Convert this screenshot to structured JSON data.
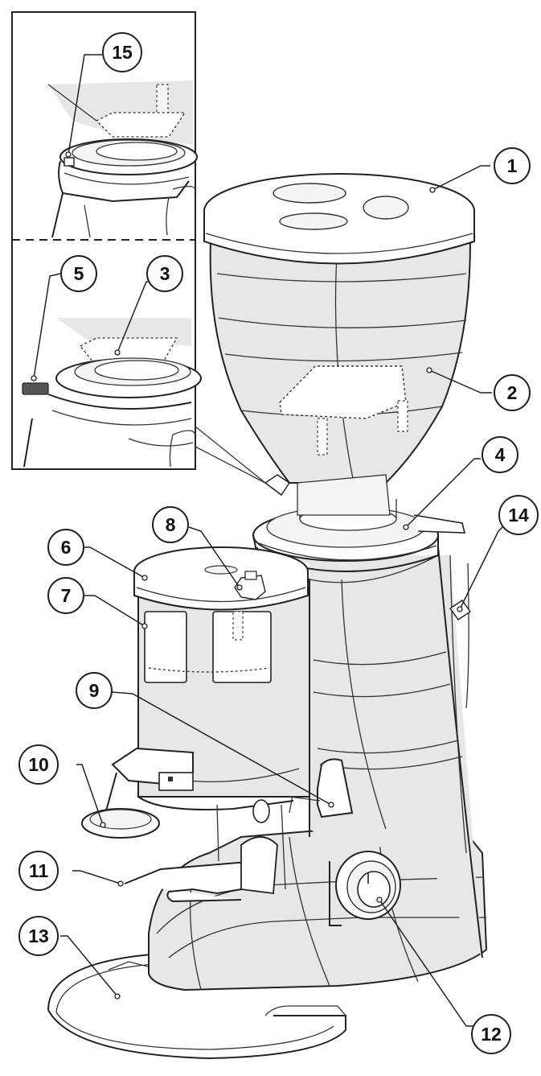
{
  "diagram": {
    "callouts": [
      {
        "id": "callout-1",
        "label": "1"
      },
      {
        "id": "callout-2",
        "label": "2"
      },
      {
        "id": "callout-3",
        "label": "3"
      },
      {
        "id": "callout-4",
        "label": "4"
      },
      {
        "id": "callout-5",
        "label": "5"
      },
      {
        "id": "callout-6",
        "label": "6"
      },
      {
        "id": "callout-7",
        "label": "7"
      },
      {
        "id": "callout-8",
        "label": "8"
      },
      {
        "id": "callout-9",
        "label": "9"
      },
      {
        "id": "callout-10",
        "label": "10"
      },
      {
        "id": "callout-11",
        "label": "11"
      },
      {
        "id": "callout-12",
        "label": "12"
      },
      {
        "id": "callout-13",
        "label": "13"
      },
      {
        "id": "callout-14",
        "label": "14"
      },
      {
        "id": "callout-15",
        "label": "15"
      }
    ],
    "colors": {
      "line": "#222222",
      "shade": "#e7e7e7",
      "background": "#ffffff"
    }
  }
}
